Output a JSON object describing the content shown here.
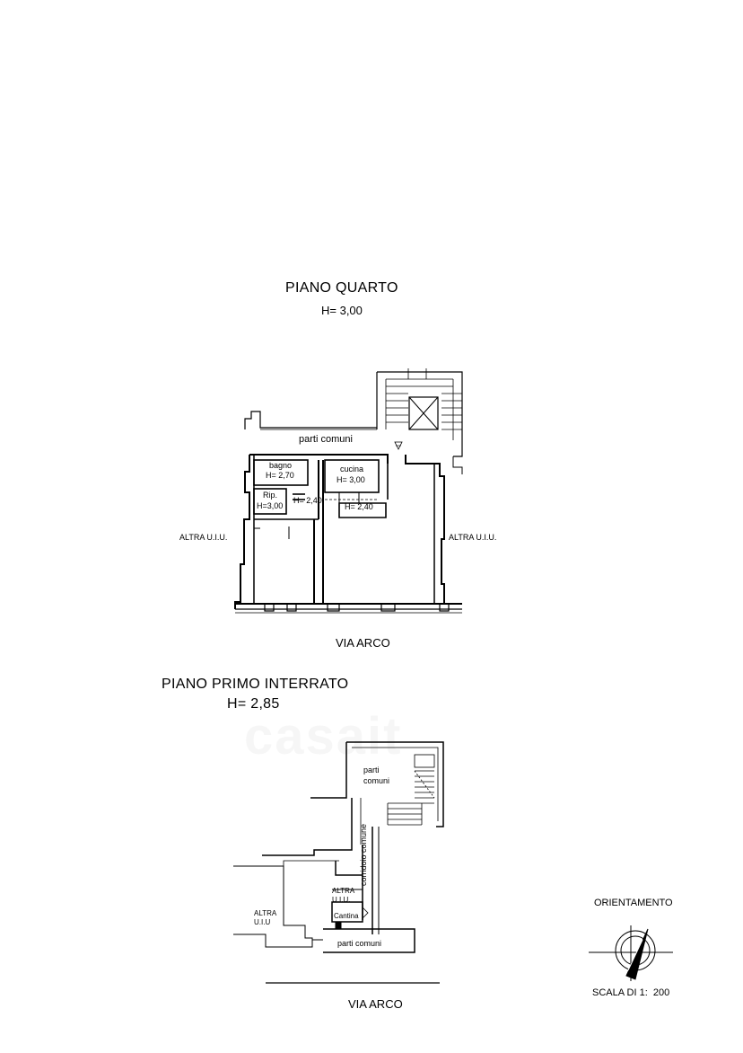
{
  "upper_plan": {
    "title": "PIANO QUARTO",
    "height": "H= 3,00",
    "labels": {
      "parti_comuni": "parti comuni",
      "bagno": "bagno",
      "bagno_h": "H= 2,70",
      "cucina": "cucina",
      "cucina_h": "H= 3,00",
      "rip": "Rip.",
      "rip_h": "H=3,00",
      "corridor_h": "H= 2,40",
      "cucina_lower_h": "H= 2,40",
      "altra_left": "ALTRA U.I.U.",
      "altra_right": "ALTRA U.I.U."
    },
    "street": "VIA ARCO"
  },
  "lower_plan": {
    "title": "PIANO PRIMO INTERRATO",
    "height": "H= 2,85",
    "labels": {
      "parti_comuni_top": "parti\ncomuni",
      "corridoio": "corridoio comune",
      "altra_center": "ALTRA\nU.I.U.",
      "altra_left": "ALTRA\nU.I.U",
      "cantina": "Cantina",
      "parti_comuni_bottom": "parti comuni"
    },
    "street": "VIA ARCO"
  },
  "legend": {
    "orientation": "ORIENTAMENTO",
    "scale": "SCALA DI 1:  200"
  },
  "watermark": "casait"
}
